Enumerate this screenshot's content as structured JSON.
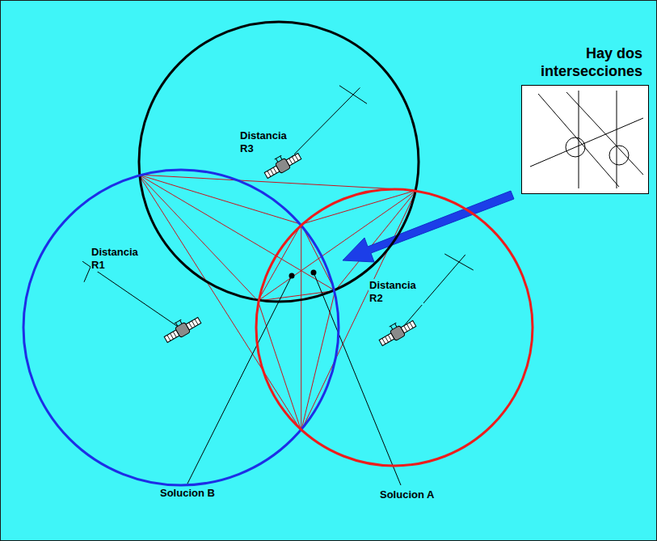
{
  "diagram": {
    "nodes": [
      {
        "text": [
          "Distancia R3"
        ]
      },
      {
        "text": [
          "Distancia R1"
        ]
      },
      {
        "text": [
          "Distancia R2"
        ]
      },
      {
        "text": [
          "Hay dos intersecciones"
        ]
      }
    ],
    "labels": [
      "Solucion B",
      "Solucion A"
    ]
  }
}
